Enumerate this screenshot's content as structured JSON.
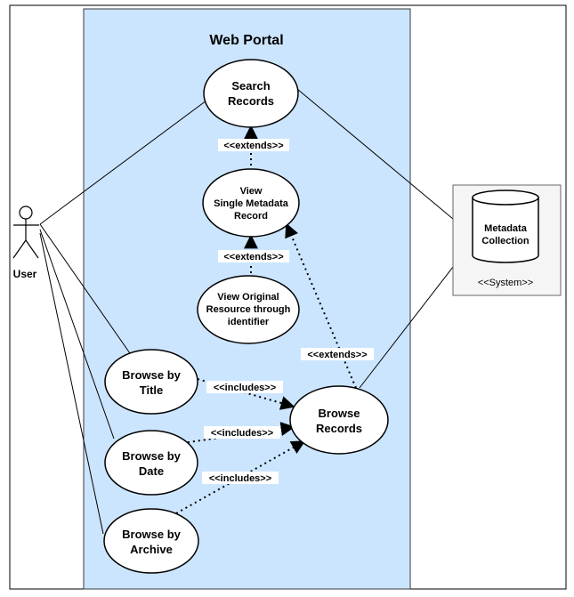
{
  "portal": {
    "title": "Web Portal"
  },
  "actor": {
    "label": "User"
  },
  "system": {
    "label": "Metadata Collection",
    "label_line1": "Metadata",
    "label_line2": "Collection",
    "stereotype": "<<System>>"
  },
  "usecases": {
    "search_records": {
      "line1": "Search",
      "line2": "Records"
    },
    "view_single": {
      "line1": "View",
      "line2": "Single Metadata",
      "line3": "Record"
    },
    "view_original": {
      "line1": "View Original",
      "line2": "Resource through",
      "line3": "identifier"
    },
    "browse_title": {
      "line1": "Browse by",
      "line2": "Title"
    },
    "browse_date": {
      "line1": "Browse by",
      "line2": "Date"
    },
    "browse_archive": {
      "line1": "Browse by",
      "line2": "Archive"
    },
    "browse_records": {
      "line1": "Browse",
      "line2": "Records"
    }
  },
  "relations": {
    "extends_1": "<<extends>>",
    "extends_2": "<<extends>>",
    "extends_3": "<<extends>>",
    "includes_1": "<<includes>>",
    "includes_2": "<<includes>>",
    "includes_3": "<<includes>>"
  },
  "colors": {
    "portal_fill": "#cce5ff",
    "portal_stroke": "#36393d",
    "system_fill": "#f5f5f5",
    "system_stroke": "#666666"
  }
}
